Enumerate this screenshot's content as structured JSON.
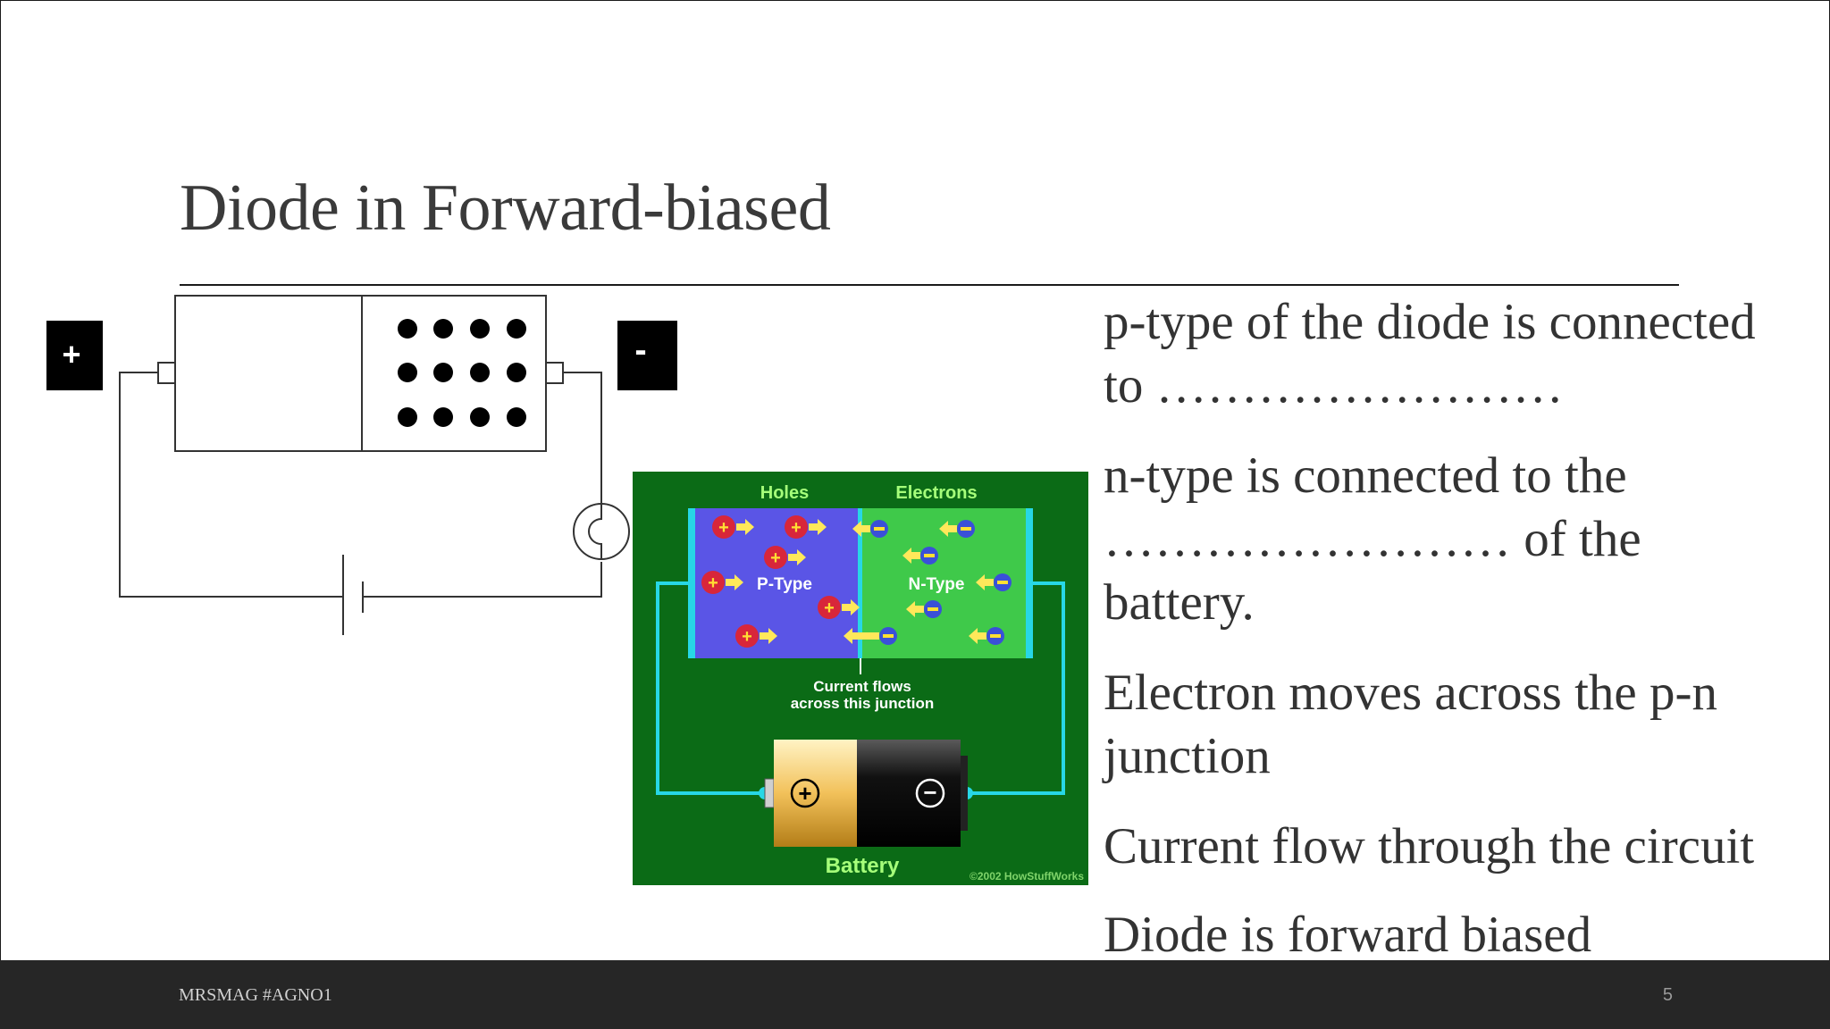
{
  "slide": {
    "title": "Diode in Forward-biased",
    "bullets": [
      "p-type of the diode is connected to ……………………",
      "n-type is connected to the …………………… of the battery.",
      "Electron moves across the p-n junction",
      "Current flow through the circuit",
      "Diode is forward biased"
    ],
    "page_number": "5"
  },
  "diagram": {
    "plus_terminal": "+",
    "minus_terminal": "-"
  },
  "photo": {
    "holes_label": "Holes",
    "electrons_label": "Electrons",
    "p_type_label": "P-Type",
    "n_type_label": "N-Type",
    "current_line1": "Current flows",
    "current_line2": "across this junction",
    "battery_label": "Battery",
    "copyright": "©2002 HowStuffWorks",
    "plus_sign": "+",
    "minus_sign": "−"
  },
  "footer": {
    "left_text": "MRSMAG #AGNO1"
  },
  "colors": {
    "background_green": "#0b6b16",
    "p_region": "#5a55e6",
    "n_region": "#3fc94a",
    "wire_cyan": "#27d7e6",
    "footer_bg": "#262626"
  }
}
